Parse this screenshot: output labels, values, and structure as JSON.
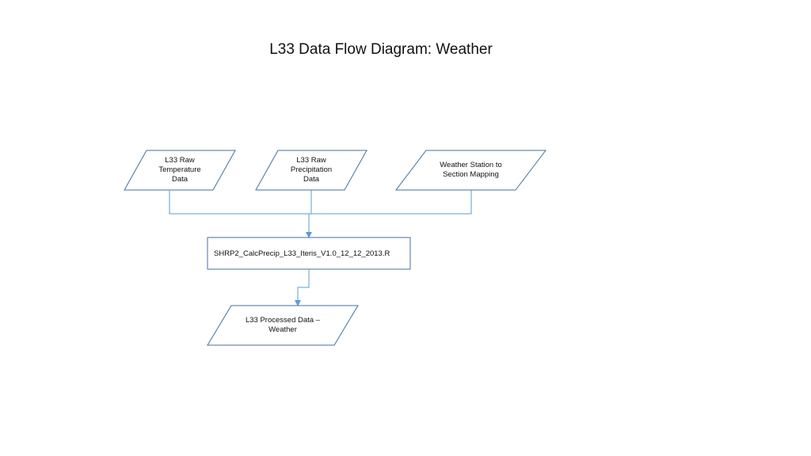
{
  "title": "L33 Data Flow Diagram: Weather",
  "nodes": {
    "raw_temperature": "L33 Raw\nTemperature\nData",
    "raw_precipitation": "L33 Raw\nPrecipitation\nData",
    "station_mapping": "Weather Station to\nSection Mapping",
    "script": "SHRP2_CalcPrecip_L33_Iteris_V1.0_12_12_2013.R",
    "processed": "L33 Processed Data –\nWeather"
  },
  "colors": {
    "connector": "#5b9bd5",
    "shape_border": "#41719c",
    "text": "#111111"
  }
}
